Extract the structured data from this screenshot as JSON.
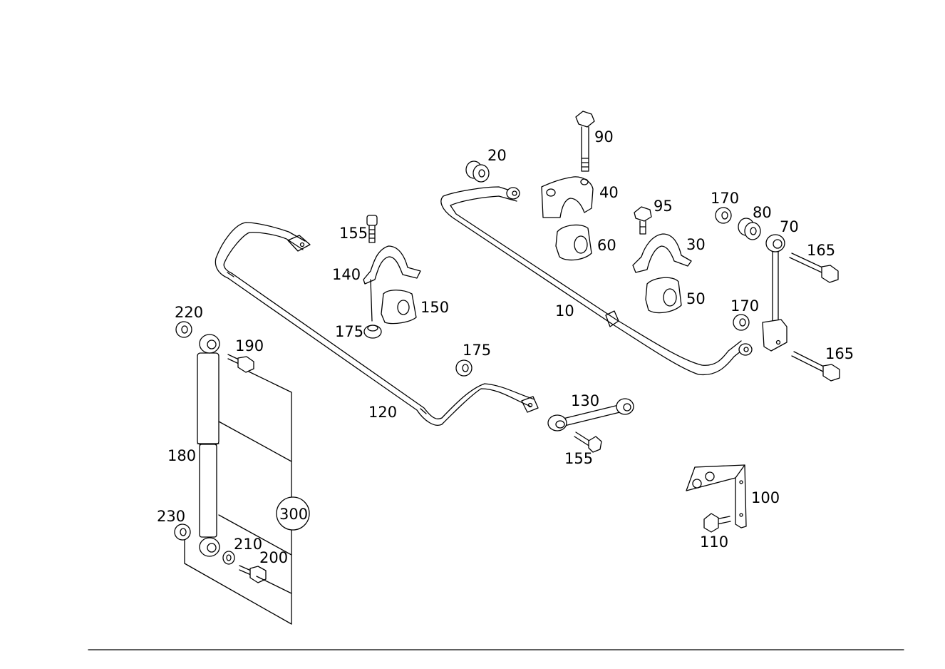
{
  "diagram": {
    "part_numbers": {
      "p10": "10",
      "p20": "20",
      "p30": "30",
      "p40": "40",
      "p50": "50",
      "p60": "60",
      "p70": "70",
      "p80": "80",
      "p90": "90",
      "p95": "95",
      "p100": "100",
      "p110": "110",
      "p120": "120",
      "p130": "130",
      "p140": "140",
      "p150": "150",
      "p155a": "155",
      "p155b": "155",
      "p165a": "165",
      "p165b": "165",
      "p170a": "170",
      "p170b": "170",
      "p175a": "175",
      "p175b": "175",
      "p180": "180",
      "p190": "190",
      "p200": "200",
      "p210": "210",
      "p220": "220",
      "p230": "230",
      "p300": "300"
    }
  }
}
